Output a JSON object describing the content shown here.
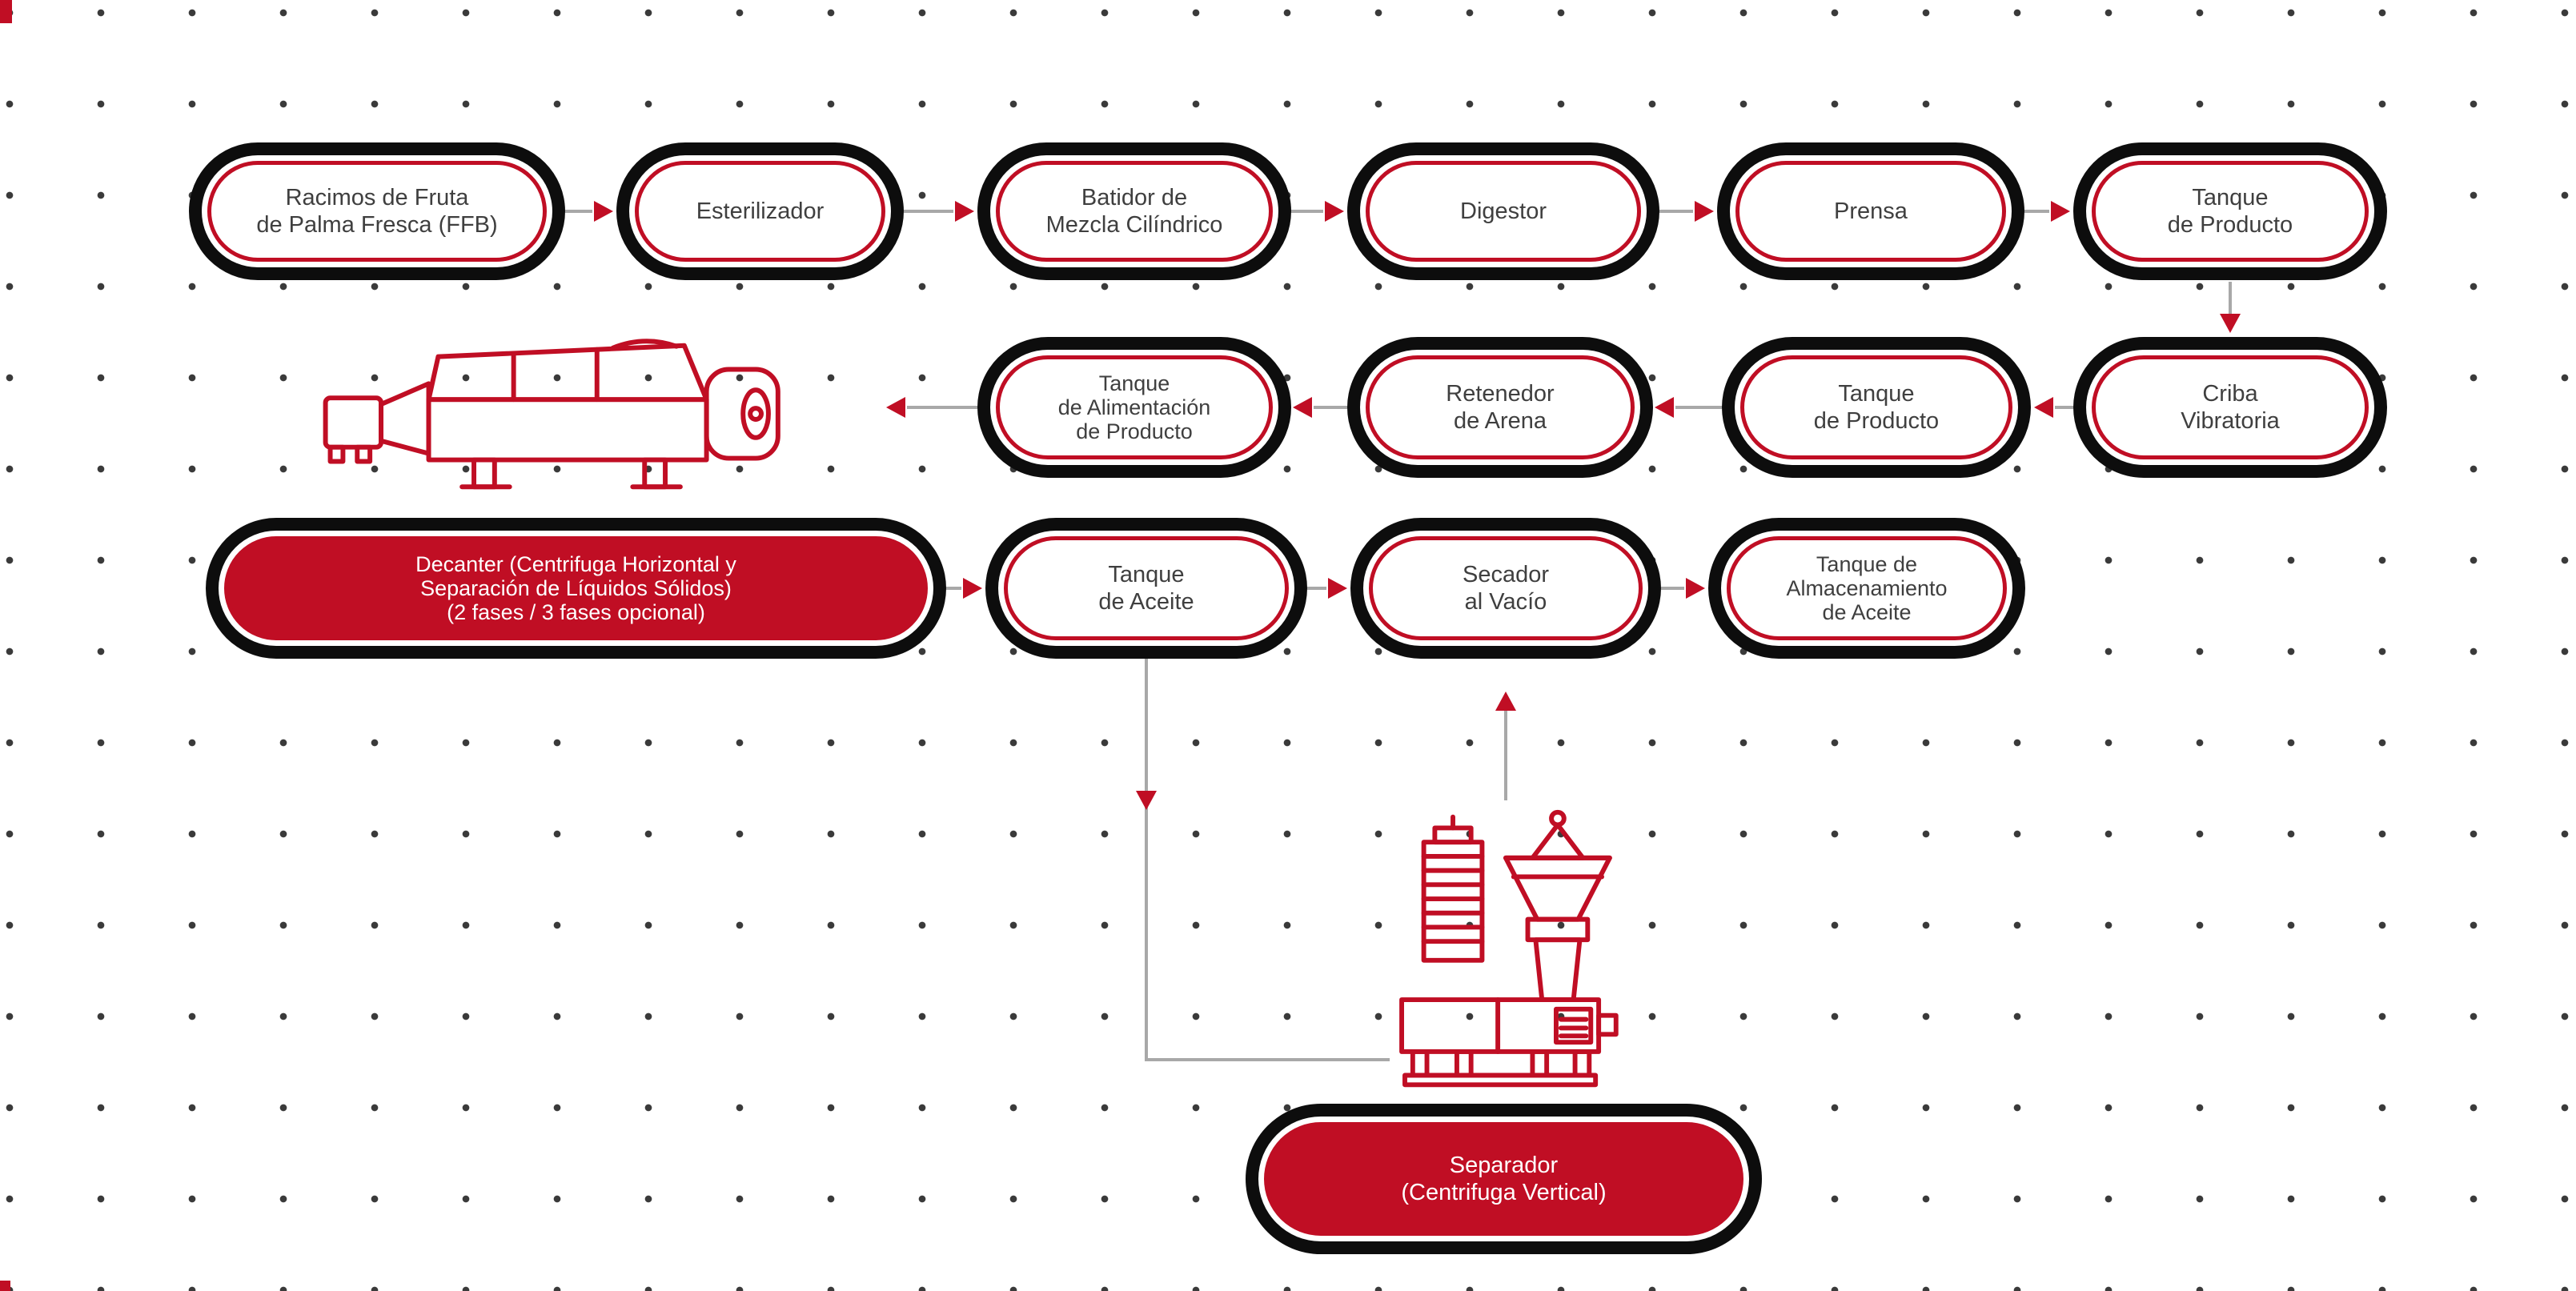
{
  "colors": {
    "accent_red": "#c00e24",
    "pill_black": "#0d0d0d",
    "connector_gray": "#a8a8a8",
    "text_dark": "#3f3f3f",
    "background": "#ffffff"
  },
  "nodes": {
    "ffb": {
      "label": "Racimos de Fruta\nde Palma Fresca (FFB)"
    },
    "esterilizador": {
      "label": "Esterilizador"
    },
    "batidor": {
      "label": "Batidor de\nMezcla Cilíndrico"
    },
    "digestor": {
      "label": "Digestor"
    },
    "prensa": {
      "label": "Prensa"
    },
    "tanque_producto_1": {
      "label": "Tanque\nde Producto"
    },
    "criba_vibratoria": {
      "label": "Criba\nVibratoria"
    },
    "tanque_producto_2": {
      "label": "Tanque\nde Producto"
    },
    "retenedor_arena": {
      "label": "Retenedor\nde Arena"
    },
    "tanque_alimentacion": {
      "label": "Tanque\nde Alimentación\nde Producto"
    },
    "decanter": {
      "label": "Decanter (Centrifuga Horizontal y\nSeparación de Líquidos Sólidos)\n(2 fases / 3 fases opcional)"
    },
    "tanque_aceite": {
      "label": "Tanque\nde Aceite"
    },
    "secador_vacio": {
      "label": "Secador\nal Vacío"
    },
    "tanque_almacenamiento": {
      "label": "Tanque de\nAlmacenamiento\nde Aceite"
    },
    "separador": {
      "label": "Separador\n(Centrifuga Vertical)"
    }
  },
  "icons": {
    "decanter_illustration": "horizontal-decanter-centrifuge-line-drawing",
    "separator_illustration": "vertical-separator-centrifuge-line-drawing",
    "arrowhead": "red-triangle-arrowhead"
  }
}
